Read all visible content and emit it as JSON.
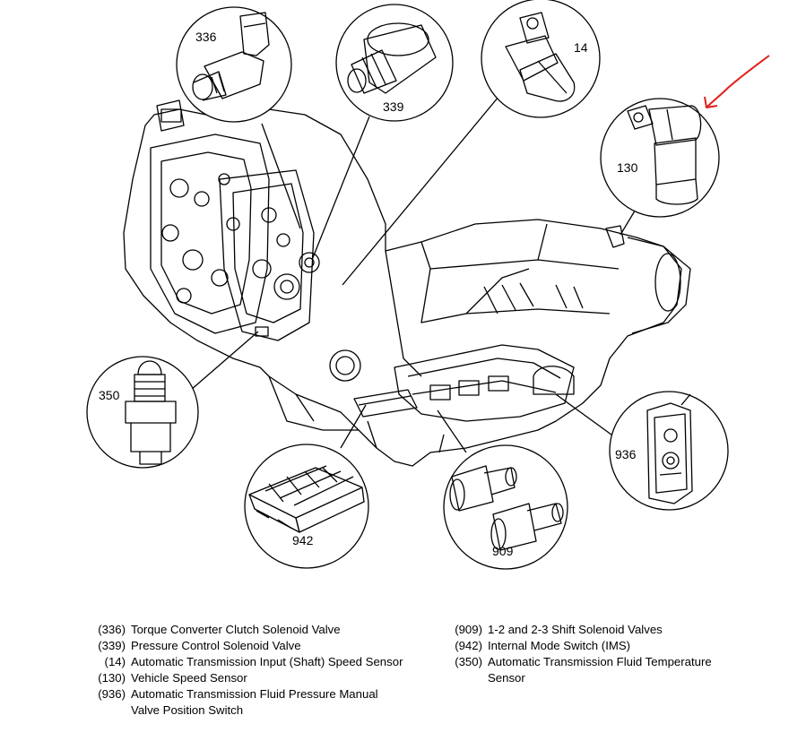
{
  "callouts": {
    "c336": "336",
    "c339": "339",
    "c14": "14",
    "c130": "130",
    "c350": "350",
    "c936": "936",
    "c942": "942",
    "c909": "909"
  },
  "legend": {
    "left": [
      {
        "code": "(336)",
        "desc": "Torque Converter Clutch Solenoid Valve"
      },
      {
        "code": "(339)",
        "desc": "Pressure Control Solenoid Valve"
      },
      {
        "code": "(14)",
        "desc": "Automatic Transmission Input (Shaft) Speed Sensor"
      },
      {
        "code": "(130)",
        "desc": "Vehicle Speed Sensor"
      },
      {
        "code": "(936)",
        "desc": "Automatic Transmission Fluid Pressure Manual Valve Position Switch"
      }
    ],
    "right": [
      {
        "code": "(909)",
        "desc": "1-2 and 2-3 Shift Solenoid Valves"
      },
      {
        "code": "(942)",
        "desc": "Internal Mode Switch (IMS)"
      },
      {
        "code": "(350)",
        "desc": "Automatic Transmission Fluid Temperature Sensor"
      }
    ]
  },
  "colors": {
    "line": "#000000",
    "annotation_arrow": "#e0201b",
    "background": "#ffffff"
  }
}
